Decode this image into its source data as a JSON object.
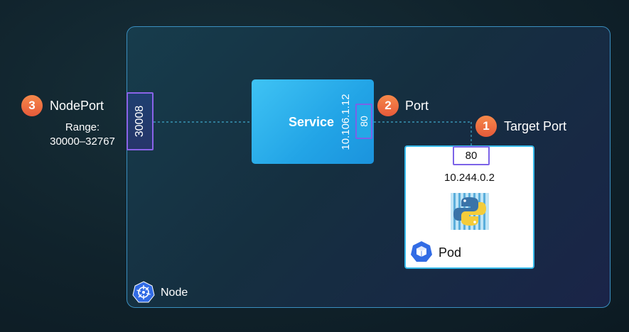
{
  "node": {
    "label": "Node"
  },
  "nodeport": {
    "badge": "3",
    "label": "NodePort",
    "range_title": "Range:",
    "range_value": "30000–32767",
    "port": "30008"
  },
  "service": {
    "label": "Service",
    "cluster_ip": "10.106.1.12",
    "port": "80"
  },
  "port_callout": {
    "badge": "2",
    "label": "Port"
  },
  "target_port_callout": {
    "badge": "1",
    "label": "Target Port"
  },
  "pod": {
    "label": "Pod",
    "ip": "10.244.0.2",
    "target_port": "80"
  },
  "colors": {
    "badge": "#ee6c40",
    "service": "#26a8e8",
    "port_border": "#7c63e8",
    "node_border": "#3a8fc0",
    "k8s_blue": "#326ce5"
  },
  "icons": [
    "kubernetes-node-icon",
    "kubernetes-pod-icon",
    "python-icon"
  ]
}
